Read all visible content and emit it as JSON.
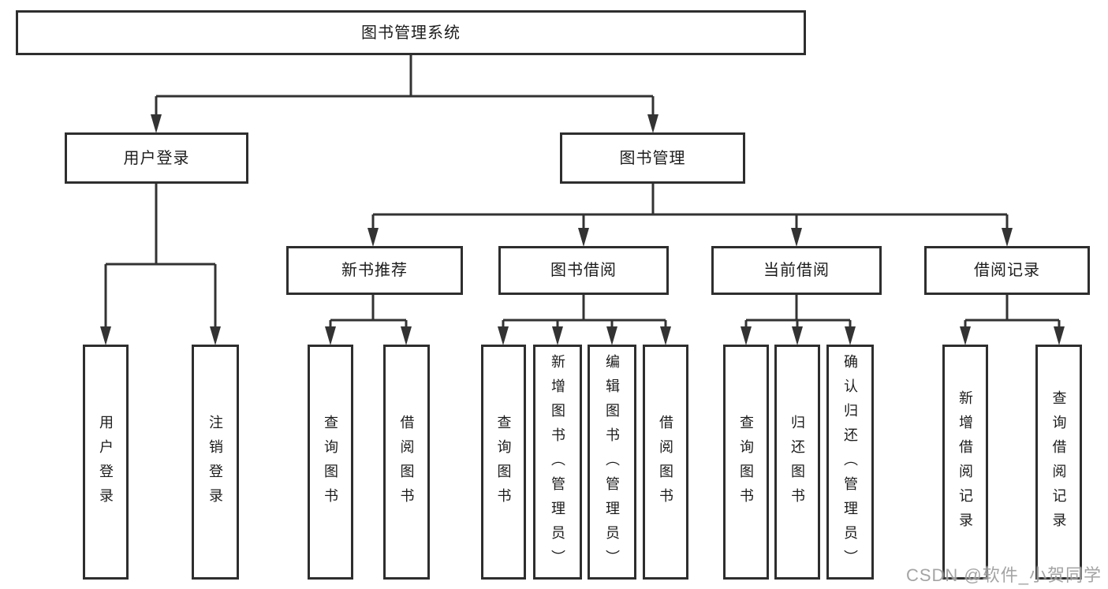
{
  "diagram": {
    "root": {
      "label": "图书管理系统"
    },
    "branches": [
      {
        "label": "用户登录",
        "children": [
          {
            "label": "用户登录"
          },
          {
            "label": "注销登录"
          }
        ]
      },
      {
        "label": "图书管理",
        "groups": [
          {
            "label": "新书推荐",
            "children": [
              {
                "label": "查询图书"
              },
              {
                "label": "借阅图书"
              }
            ]
          },
          {
            "label": "图书借阅",
            "children": [
              {
                "label": "查询图书"
              },
              {
                "label": "新增图书（管理员）"
              },
              {
                "label": "编辑图书（管理员）"
              },
              {
                "label": "借阅图书"
              }
            ]
          },
          {
            "label": "当前借阅",
            "children": [
              {
                "label": "查询图书"
              },
              {
                "label": "归还图书"
              },
              {
                "label": "确认归还（管理员）"
              }
            ]
          },
          {
            "label": "借阅记录",
            "children": [
              {
                "label": "新增借阅记录"
              },
              {
                "label": "查询借阅记录"
              }
            ]
          }
        ]
      }
    ]
  },
  "colors": {
    "line": "#333333",
    "border": "#2e2e2e",
    "background": "#ffffff",
    "watermark_gray": "#9d9d9d"
  },
  "watermark": {
    "text": "CSDN @软件_小贺同学"
  }
}
